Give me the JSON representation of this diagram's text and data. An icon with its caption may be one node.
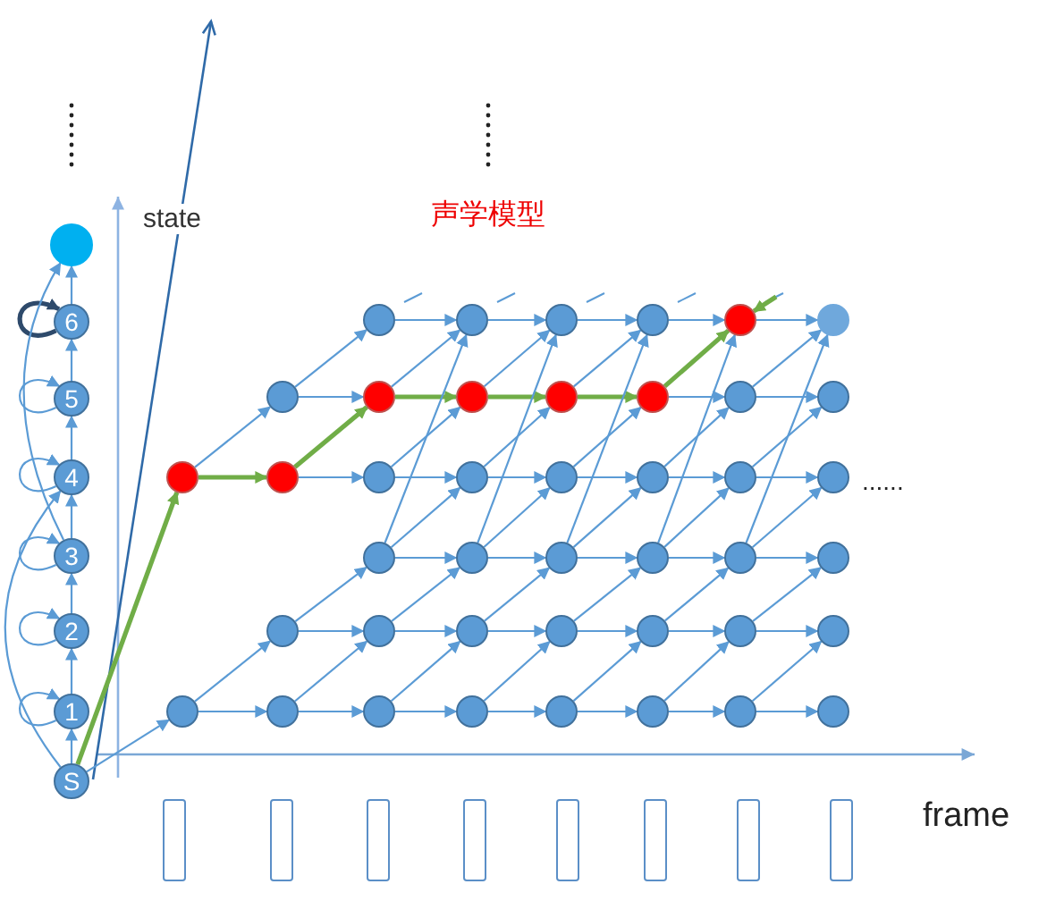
{
  "diagram": {
    "nodes": [
      {
        "text": [
          "S"
        ]
      },
      {
        "text": [
          "1"
        ]
      },
      {
        "text": [
          "2"
        ]
      },
      {
        "text": [
          "3"
        ]
      },
      {
        "text": [
          "4"
        ]
      },
      {
        "text": [
          "5"
        ]
      },
      {
        "text": [
          "6"
        ]
      },
      {
        "text": [],
        "shape": "circle"
      },
      {
        "text": [],
        "shape": "circle"
      },
      {
        "text": [],
        "shape": "circle"
      },
      {
        "text": [],
        "shape": "circle"
      },
      {
        "text": [],
        "shape": "circle"
      },
      {
        "text": [],
        "shape": "circle"
      },
      {
        "text": [],
        "shape": "circle"
      },
      {
        "text": [],
        "shape": "circle"
      },
      {
        "text": [],
        "shape": "circle"
      },
      {
        "text": [],
        "shape": "circle"
      },
      {
        "text": [],
        "shape": "circle"
      },
      {
        "text": [],
        "shape": "circle"
      },
      {
        "text": [],
        "shape": "circle"
      },
      {
        "text": [],
        "shape": "circle"
      },
      {
        "text": [],
        "shape": "circle"
      },
      {
        "text": [],
        "shape": "circle"
      },
      {
        "text": [],
        "shape": "circle"
      },
      {
        "text": [],
        "shape": "circle"
      },
      {
        "text": [],
        "shape": "circle"
      },
      {
        "text": [],
        "shape": "circle"
      },
      {
        "text": [],
        "shape": "circle"
      },
      {
        "text": [],
        "shape": "circle"
      },
      {
        "text": [],
        "shape": "circle"
      },
      {
        "text": [],
        "shape": "circle"
      },
      {
        "text": [],
        "shape": "circle"
      },
      {
        "text": [],
        "shape": "circle"
      },
      {
        "text": [],
        "shape": "circle"
      },
      {
        "text": [],
        "shape": "circle"
      },
      {
        "text": [],
        "shape": "circle"
      },
      {
        "text": [],
        "shape": "circle"
      },
      {
        "text": [],
        "shape": "circle"
      },
      {
        "text": [],
        "shape": "circle"
      },
      {
        "text": [],
        "shape": "circle"
      },
      {
        "text": [],
        "shape": "circle"
      },
      {
        "text": [],
        "shape": "circle"
      },
      {
        "text": [],
        "shape": "circle"
      },
      {
        "text": [],
        "shape": "circle"
      },
      {
        "text": [],
        "shape": "circle"
      },
      {
        "text": [],
        "shape": "circle"
      },
      {
        "text": [],
        "shape": "circle"
      },
      {
        "text": [],
        "shape": "circle"
      },
      {
        "text": [],
        "shape": "circle"
      },
      {
        "text": [],
        "shape": "circle"
      },
      {
        "text": [],
        "shape": "box"
      },
      {
        "text": [],
        "shape": "box"
      },
      {
        "text": [],
        "shape": "box"
      },
      {
        "text": [],
        "shape": "box"
      },
      {
        "text": [],
        "shape": "box"
      },
      {
        "text": [],
        "shape": "box"
      },
      {
        "text": [],
        "shape": "box"
      },
      {
        "text": [],
        "shape": "box"
      }
    ],
    "edges": [
      {
        "from": 0,
        "to": 1,
        "arrow": "to"
      },
      {
        "from": 1,
        "to": 2,
        "arrow": "to"
      },
      {
        "from": 2,
        "to": 3,
        "arrow": "to"
      },
      {
        "from": 3,
        "to": 4,
        "arrow": "to"
      },
      {
        "from": 4,
        "to": 5,
        "arrow": "to"
      },
      {
        "from": 5,
        "to": 6,
        "arrow": "to"
      },
      {
        "from": 6,
        "to": 7,
        "arrow": "to"
      },
      {
        "from": 1,
        "to": 1,
        "arrow": "to"
      },
      {
        "from": 2,
        "to": 2,
        "arrow": "to"
      },
      {
        "from": 3,
        "to": 3,
        "arrow": "to"
      },
      {
        "from": 4,
        "to": 4,
        "arrow": "to"
      },
      {
        "from": 5,
        "to": 5,
        "arrow": "to"
      },
      {
        "from": 6,
        "to": 6,
        "arrow": "to",
        "color": "#2e4a6b",
        "style": "thick"
      },
      {
        "from": 0,
        "to": 4,
        "arrow": "to"
      },
      {
        "from": 3,
        "to": 7,
        "arrow": "to"
      },
      {
        "from": 0,
        "to": 9,
        "arrow": "to"
      },
      {
        "from": 0,
        "to": 8,
        "arrow": "to",
        "style": "thick",
        "color": "#70ad47"
      },
      {
        "from": 9,
        "to": 13,
        "arrow": "to"
      },
      {
        "from": 8,
        "to": 11,
        "arrow": "to",
        "style": "thick",
        "color": "#70ad47"
      },
      {
        "from": 9,
        "to": 12,
        "arrow": "to"
      },
      {
        "from": 8,
        "to": 10,
        "arrow": "to"
      },
      {
        "from": 10,
        "to": 15,
        "arrow": "to"
      },
      {
        "from": 11,
        "to": 16,
        "arrow": "to"
      },
      {
        "from": 12,
        "to": 18,
        "arrow": "to"
      },
      {
        "from": 13,
        "to": 19,
        "arrow": "to"
      },
      {
        "from": 10,
        "to": 14,
        "arrow": "to"
      },
      {
        "from": 11,
        "to": 15,
        "arrow": "to",
        "style": "thick",
        "color": "#70ad47"
      },
      {
        "from": 12,
        "to": 17,
        "arrow": "to"
      },
      {
        "from": 13,
        "to": 18,
        "arrow": "to"
      },
      {
        "from": 14,
        "to": 20,
        "arrow": "to"
      },
      {
        "from": 15,
        "to": 21,
        "arrow": "to",
        "style": "thick",
        "color": "#70ad47"
      },
      {
        "from": 16,
        "to": 22,
        "arrow": "to"
      },
      {
        "from": 17,
        "to": 23,
        "arrow": "to"
      },
      {
        "from": 18,
        "to": 24,
        "arrow": "to"
      },
      {
        "from": 19,
        "to": 25,
        "arrow": "to"
      },
      {
        "from": 15,
        "to": 20,
        "arrow": "to"
      },
      {
        "from": 16,
        "to": 21,
        "arrow": "to"
      },
      {
        "from": 17,
        "to": 22,
        "arrow": "to"
      },
      {
        "from": 18,
        "to": 23,
        "arrow": "to"
      },
      {
        "from": 19,
        "to": 24,
        "arrow": "to"
      },
      {
        "from": 17,
        "to": 20,
        "arrow": "to"
      },
      {
        "from": 20,
        "to": 26,
        "arrow": "to"
      },
      {
        "from": 21,
        "to": 27,
        "arrow": "to",
        "style": "thick",
        "color": "#70ad47"
      },
      {
        "from": 22,
        "to": 28,
        "arrow": "to"
      },
      {
        "from": 23,
        "to": 29,
        "arrow": "to"
      },
      {
        "from": 24,
        "to": 30,
        "arrow": "to"
      },
      {
        "from": 25,
        "to": 31,
        "arrow": "to"
      },
      {
        "from": 21,
        "to": 26,
        "arrow": "to"
      },
      {
        "from": 22,
        "to": 27,
        "arrow": "to"
      },
      {
        "from": 23,
        "to": 28,
        "arrow": "to"
      },
      {
        "from": 24,
        "to": 29,
        "arrow": "to"
      },
      {
        "from": 25,
        "to": 30,
        "arrow": "to"
      },
      {
        "from": 23,
        "to": 26,
        "arrow": "to"
      },
      {
        "from": 26,
        "to": 32,
        "arrow": "to"
      },
      {
        "from": 27,
        "to": 33,
        "arrow": "to",
        "style": "thick",
        "color": "#70ad47"
      },
      {
        "from": 28,
        "to": 34,
        "arrow": "to"
      },
      {
        "from": 29,
        "to": 35,
        "arrow": "to"
      },
      {
        "from": 30,
        "to": 36,
        "arrow": "to"
      },
      {
        "from": 31,
        "to": 37,
        "arrow": "to"
      },
      {
        "from": 27,
        "to": 32,
        "arrow": "to"
      },
      {
        "from": 28,
        "to": 33,
        "arrow": "to"
      },
      {
        "from": 29,
        "to": 34,
        "arrow": "to"
      },
      {
        "from": 30,
        "to": 35,
        "arrow": "to"
      },
      {
        "from": 31,
        "to": 36,
        "arrow": "to"
      },
      {
        "from": 29,
        "to": 32,
        "arrow": "to"
      },
      {
        "from": 32,
        "to": 38,
        "arrow": "to"
      },
      {
        "from": 33,
        "to": 39,
        "arrow": "to"
      },
      {
        "from": 34,
        "to": 40,
        "arrow": "to"
      },
      {
        "from": 35,
        "to": 41,
        "arrow": "to"
      },
      {
        "from": 36,
        "to": 42,
        "arrow": "to"
      },
      {
        "from": 37,
        "to": 43,
        "arrow": "to"
      },
      {
        "from": 33,
        "to": 38,
        "arrow": "to",
        "style": "thick",
        "color": "#70ad47"
      },
      {
        "from": 34,
        "to": 39,
        "arrow": "to"
      },
      {
        "from": 35,
        "to": 40,
        "arrow": "to"
      },
      {
        "from": 36,
        "to": 41,
        "arrow": "to"
      },
      {
        "from": 37,
        "to": 42,
        "arrow": "to"
      },
      {
        "from": 35,
        "to": 38,
        "arrow": "to"
      },
      {
        "from": 38,
        "to": 44,
        "arrow": "to"
      },
      {
        "from": 39,
        "to": 45,
        "arrow": "to"
      },
      {
        "from": 40,
        "to": 46,
        "arrow": "to"
      },
      {
        "from": 41,
        "to": 47,
        "arrow": "to"
      },
      {
        "from": 42,
        "to": 48,
        "arrow": "to"
      },
      {
        "from": 43,
        "to": 49,
        "arrow": "to"
      },
      {
        "from": 39,
        "to": 44,
        "arrow": "to"
      },
      {
        "from": 40,
        "to": 45,
        "arrow": "to"
      },
      {
        "from": 41,
        "to": 46,
        "arrow": "to"
      },
      {
        "from": 42,
        "to": 47,
        "arrow": "to"
      },
      {
        "from": 43,
        "to": 48,
        "arrow": "to"
      },
      {
        "from": 41,
        "to": 44,
        "arrow": "to"
      },
      {
        "from": null,
        "to": 38,
        "arrow": "to",
        "style": "thick",
        "color": "#70ad47"
      }
    ],
    "labels": [
      "state",
      "声学模型",
      "......",
      "frame"
    ]
  }
}
